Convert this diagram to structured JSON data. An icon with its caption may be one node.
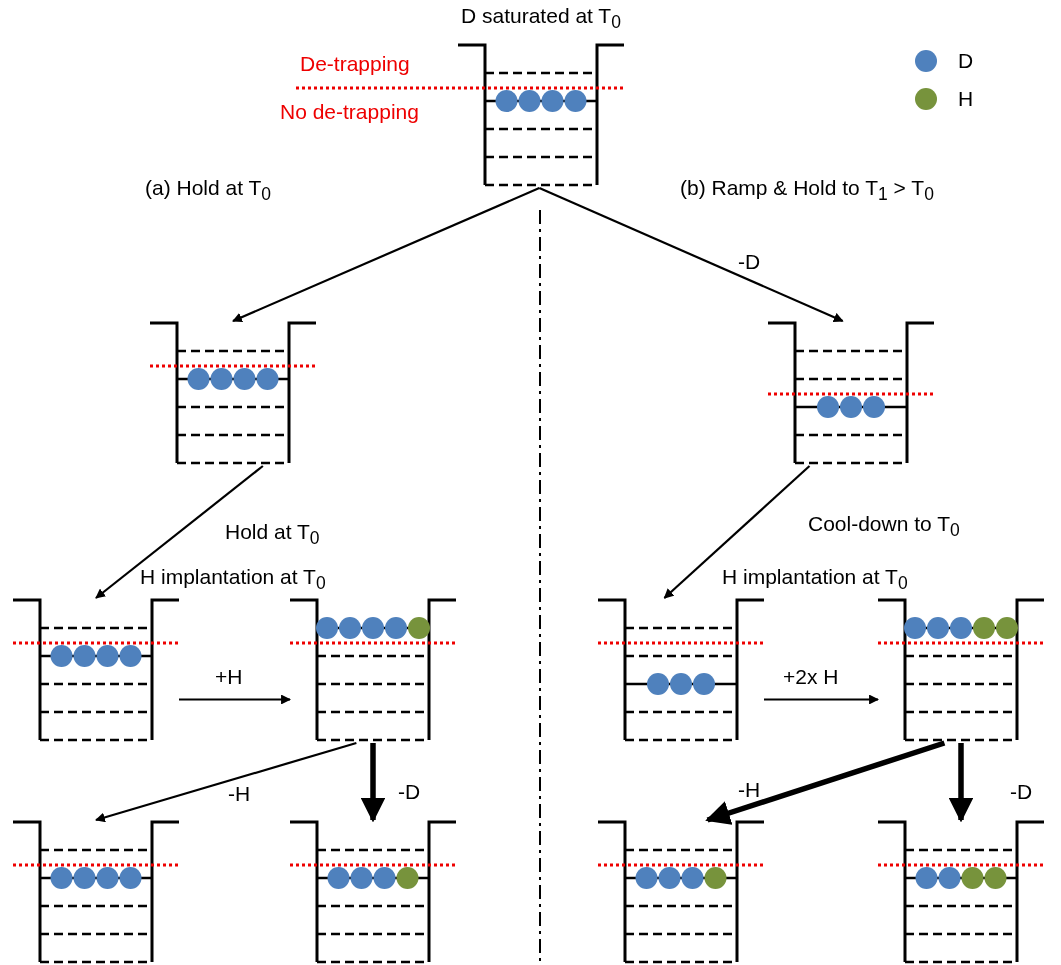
{
  "diagram": {
    "nodes": [
      {
        "text": [
          "D saturated at T$_{0}$"
        ],
        "beside": [
          "De-trapping",
          "No de-trapping"
        ]
      },
      {
        "text": [],
        "shape": "well"
      },
      {
        "text": [],
        "shape": "well"
      },
      {
        "text": [],
        "shape": "well"
      },
      {
        "text": [],
        "shape": "well"
      },
      {
        "text": [],
        "shape": "well"
      },
      {
        "text": [],
        "shape": "well"
      },
      {
        "text": [],
        "shape": "well"
      },
      {
        "text": [],
        "shape": "well"
      },
      {
        "text": [],
        "shape": "well"
      },
      {
        "text": [],
        "shape": "well"
      }
    ],
    "edges": [
      {
        "from": 0,
        "to": 1,
        "arrow": "to"
      },
      {
        "from": 0,
        "to": 2,
        "arrow": "to",
        "label": "-D"
      },
      {
        "from": 1,
        "to": 3,
        "arrow": "to",
        "label": "Hold at T$_{0}$"
      },
      {
        "from": 2,
        "to": 5,
        "arrow": "to",
        "label": "Cool-down to T$_{0}$"
      },
      {
        "from": 3,
        "to": 4,
        "arrow": "to",
        "label": "+H"
      },
      {
        "from": 5,
        "to": 6,
        "arrow": "to",
        "label": "+2x H"
      },
      {
        "from": 4,
        "to": 7,
        "arrow": "to",
        "label": "-H"
      },
      {
        "from": 4,
        "to": 8,
        "arrow": "to",
        "label": "-D",
        "style": "thick"
      },
      {
        "from": 6,
        "to": 9,
        "arrow": "to",
        "label": "-H",
        "style": "thick"
      },
      {
        "from": 6,
        "to": 10,
        "arrow": "to",
        "label": "-D",
        "style": "thick"
      }
    ],
    "labels": [
      "(a) Hold at T$_{0}$",
      "(b) Ramp & Hold to T$_{1}$ > T$_{0}$",
      "H implantation at T$_{0}$",
      "H implantation at T$_{0}$"
    ],
    "legend": [
      {
        "text": "D",
        "color": "#4f81bd"
      },
      {
        "text": "H",
        "color": "#77933c"
      }
    ]
  }
}
